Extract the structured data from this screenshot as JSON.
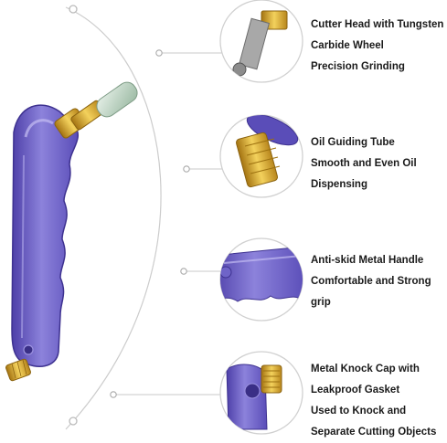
{
  "features": [
    {
      "lines": [
        "Cutter Head with Tungsten",
        "Carbide Wheel",
        "Precision Grinding"
      ]
    },
    {
      "lines": [
        "Oil Guiding Tube",
        "Smooth and Even Oil",
        "Dispensing"
      ]
    },
    {
      "lines": [
        "Anti-skid Metal Handle",
        "Comfortable and Strong",
        "grip"
      ]
    },
    {
      "lines": [
        "Metal Knock Cap with",
        "Leakproof Gasket",
        "Used to Knock and",
        "Separate Cutting Objects"
      ]
    }
  ],
  "colors": {
    "handle": "#6f64c8",
    "handle_dark": "#4d3fa8",
    "brass": "#d9a82a",
    "guide_line": "#c8c8c8",
    "callout_ring": "#d0d0d0",
    "blade": "#a9a9a9",
    "tip": "#bcd3c0"
  }
}
